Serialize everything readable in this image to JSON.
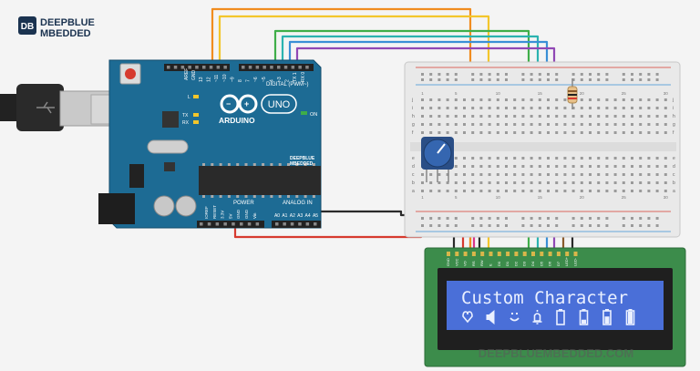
{
  "brand": {
    "line1": "DEEPBLUE",
    "line2": "MBEDDED",
    "small_line1": "DEEPBLUE",
    "small_line2": "MBEDDED",
    "watermark": "DEEPBLUEMBEDDED.COM"
  },
  "arduino": {
    "logo_text": "ARDUINO",
    "model": "UNO",
    "on_label": "ON",
    "digital_label": "DIGITAL (PWM~)",
    "analog_label": "ANALOG IN",
    "power_label": "POWER",
    "aref_label": "AREF",
    "gnd_label": "GND",
    "top_pins": [
      "13",
      "12",
      "~11",
      "~10",
      "~9",
      "8",
      "7",
      "~6",
      "~5",
      "4",
      "~3",
      "2",
      "TX 1",
      "RX 0"
    ],
    "led_l": "L",
    "led_tx": "TX",
    "led_rx": "RX",
    "power_pins": [
      "IOREF",
      "RESET",
      "3.3V",
      "5V",
      "GND",
      "GND",
      "Vin"
    ],
    "analog_pins": [
      "A0",
      "A1",
      "A2",
      "A3",
      "A4",
      "A5"
    ]
  },
  "breadboard": {
    "row_letters_top": [
      "j",
      "i",
      "h",
      "g",
      "f"
    ],
    "row_letters_bottom": [
      "e",
      "d",
      "c",
      "b",
      "a"
    ],
    "column_numbers": [
      "1",
      "5",
      "10",
      "15",
      "20",
      "25",
      "30"
    ]
  },
  "lcd": {
    "line1": "Custom Character",
    "pin_labels": [
      "GND",
      "VCC",
      "VO",
      "RS",
      "RW",
      "E",
      "D0",
      "D1",
      "D2",
      "D3",
      "D4",
      "D5",
      "D6",
      "D7",
      "LED+",
      "LED-"
    ],
    "custom_glyphs": [
      "heart-icon",
      "speaker-icon",
      "smiley-icon",
      "bell-icon",
      "battery-empty-icon",
      "battery-low-icon",
      "battery-mid-icon",
      "battery-full-icon"
    ]
  },
  "colors": {
    "board": "#1d6b94",
    "lcd_frame": "#3c8c4b",
    "lcd_screen": "#4a6fd8",
    "wire_orange": "#f08c1e",
    "wire_yellow": "#f3c62b",
    "wire_green": "#3fae49",
    "wire_teal": "#2bb3b0",
    "wire_blue": "#3a8fd6",
    "wire_purple": "#9048b5",
    "wire_red": "#d63a2e",
    "wire_black": "#2a2a2a",
    "wire_pink": "#d8348a",
    "wire_brown": "#8a5a2b"
  }
}
